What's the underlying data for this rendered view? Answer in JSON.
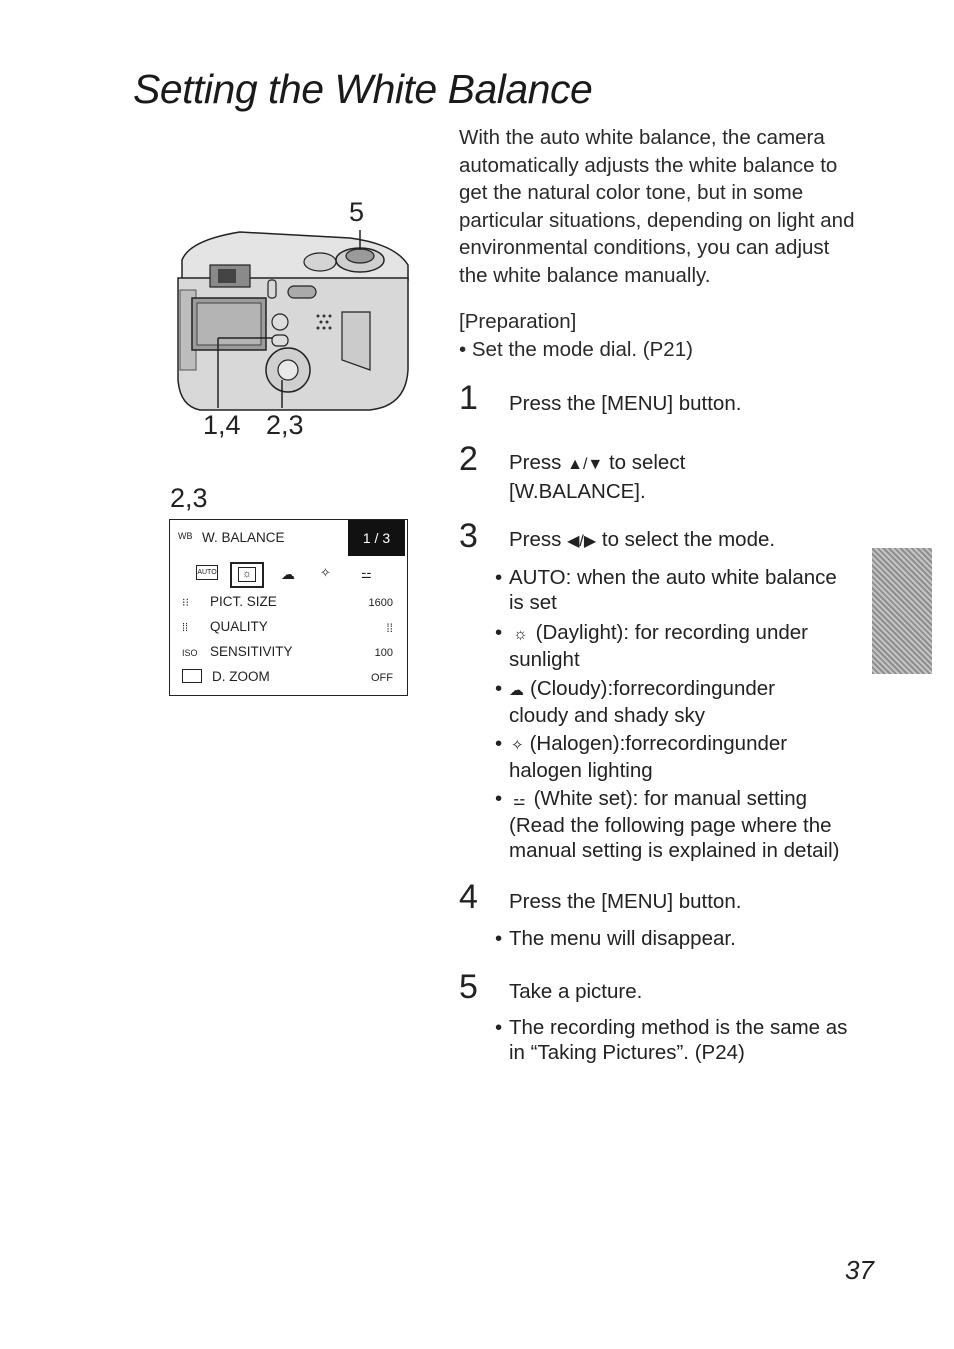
{
  "title": "Setting the White Balance",
  "intro": "With the auto white balance, the camera automatically adjusts the white balance to get the natural color tone, but in some particular situations, depending on light and environmental conditions, you can adjust the white balance manually.",
  "preparation": {
    "heading": "[Preparation]",
    "bullet": "Set the mode dial. (P21)"
  },
  "camera_figure": {
    "callout_top": "5",
    "callout_left": "1,4",
    "callout_right": "2,3"
  },
  "menu_figure": {
    "label": "2,3",
    "header_icon": "WB",
    "header_title": "W. BALANCE",
    "page": "1 / 3",
    "mode_icons": [
      "auto-wb-icon",
      "daylight-icon",
      "cloudy-icon",
      "halogen-icon",
      "white-set-icon"
    ],
    "rows": [
      {
        "icon": "pict-size-icon",
        "label": "PICT. SIZE",
        "value": "1600"
      },
      {
        "icon": "quality-icon",
        "label": "QUALITY",
        "value": ""
      },
      {
        "icon_text": "ISO",
        "label": "SENSITIVITY",
        "value": "100"
      },
      {
        "icon": "d-zoom-icon",
        "label": "D. ZOOM",
        "value": "OFF"
      }
    ]
  },
  "steps": [
    {
      "num": "1",
      "text": "Press the [MENU] button."
    },
    {
      "num": "2",
      "text_a": "Press",
      "text_b": "to select",
      "text_c": "[W.BALANCE]."
    },
    {
      "num": "3",
      "text_a": "Press",
      "text_b": "to select the mode.",
      "bullets": [
        {
          "line1": "AUTO: when the auto white balance",
          "line2": "is set"
        },
        {
          "line1": "(Daylight): for recording under",
          "line2": "sunlight"
        },
        {
          "line1": "(Cloudy):forrecordingunder",
          "line2": "cloudy and shady sky"
        },
        {
          "line1": "(Halogen):forrecordingunder",
          "line2": "halogen lighting"
        },
        {
          "line1": "(White set): for manual setting",
          "line2": "(Read the following page where the",
          "line3": "manual setting is explained in detail)"
        }
      ]
    },
    {
      "num": "4",
      "text": "Press the [MENU] button.",
      "bullet": "The menu will disappear."
    },
    {
      "num": "5",
      "text": "Take a picture.",
      "bullet_line1": "The recording method is the same as",
      "bullet_line2": "in “Taking Pictures”. (P24)"
    }
  ],
  "page_number": "37"
}
